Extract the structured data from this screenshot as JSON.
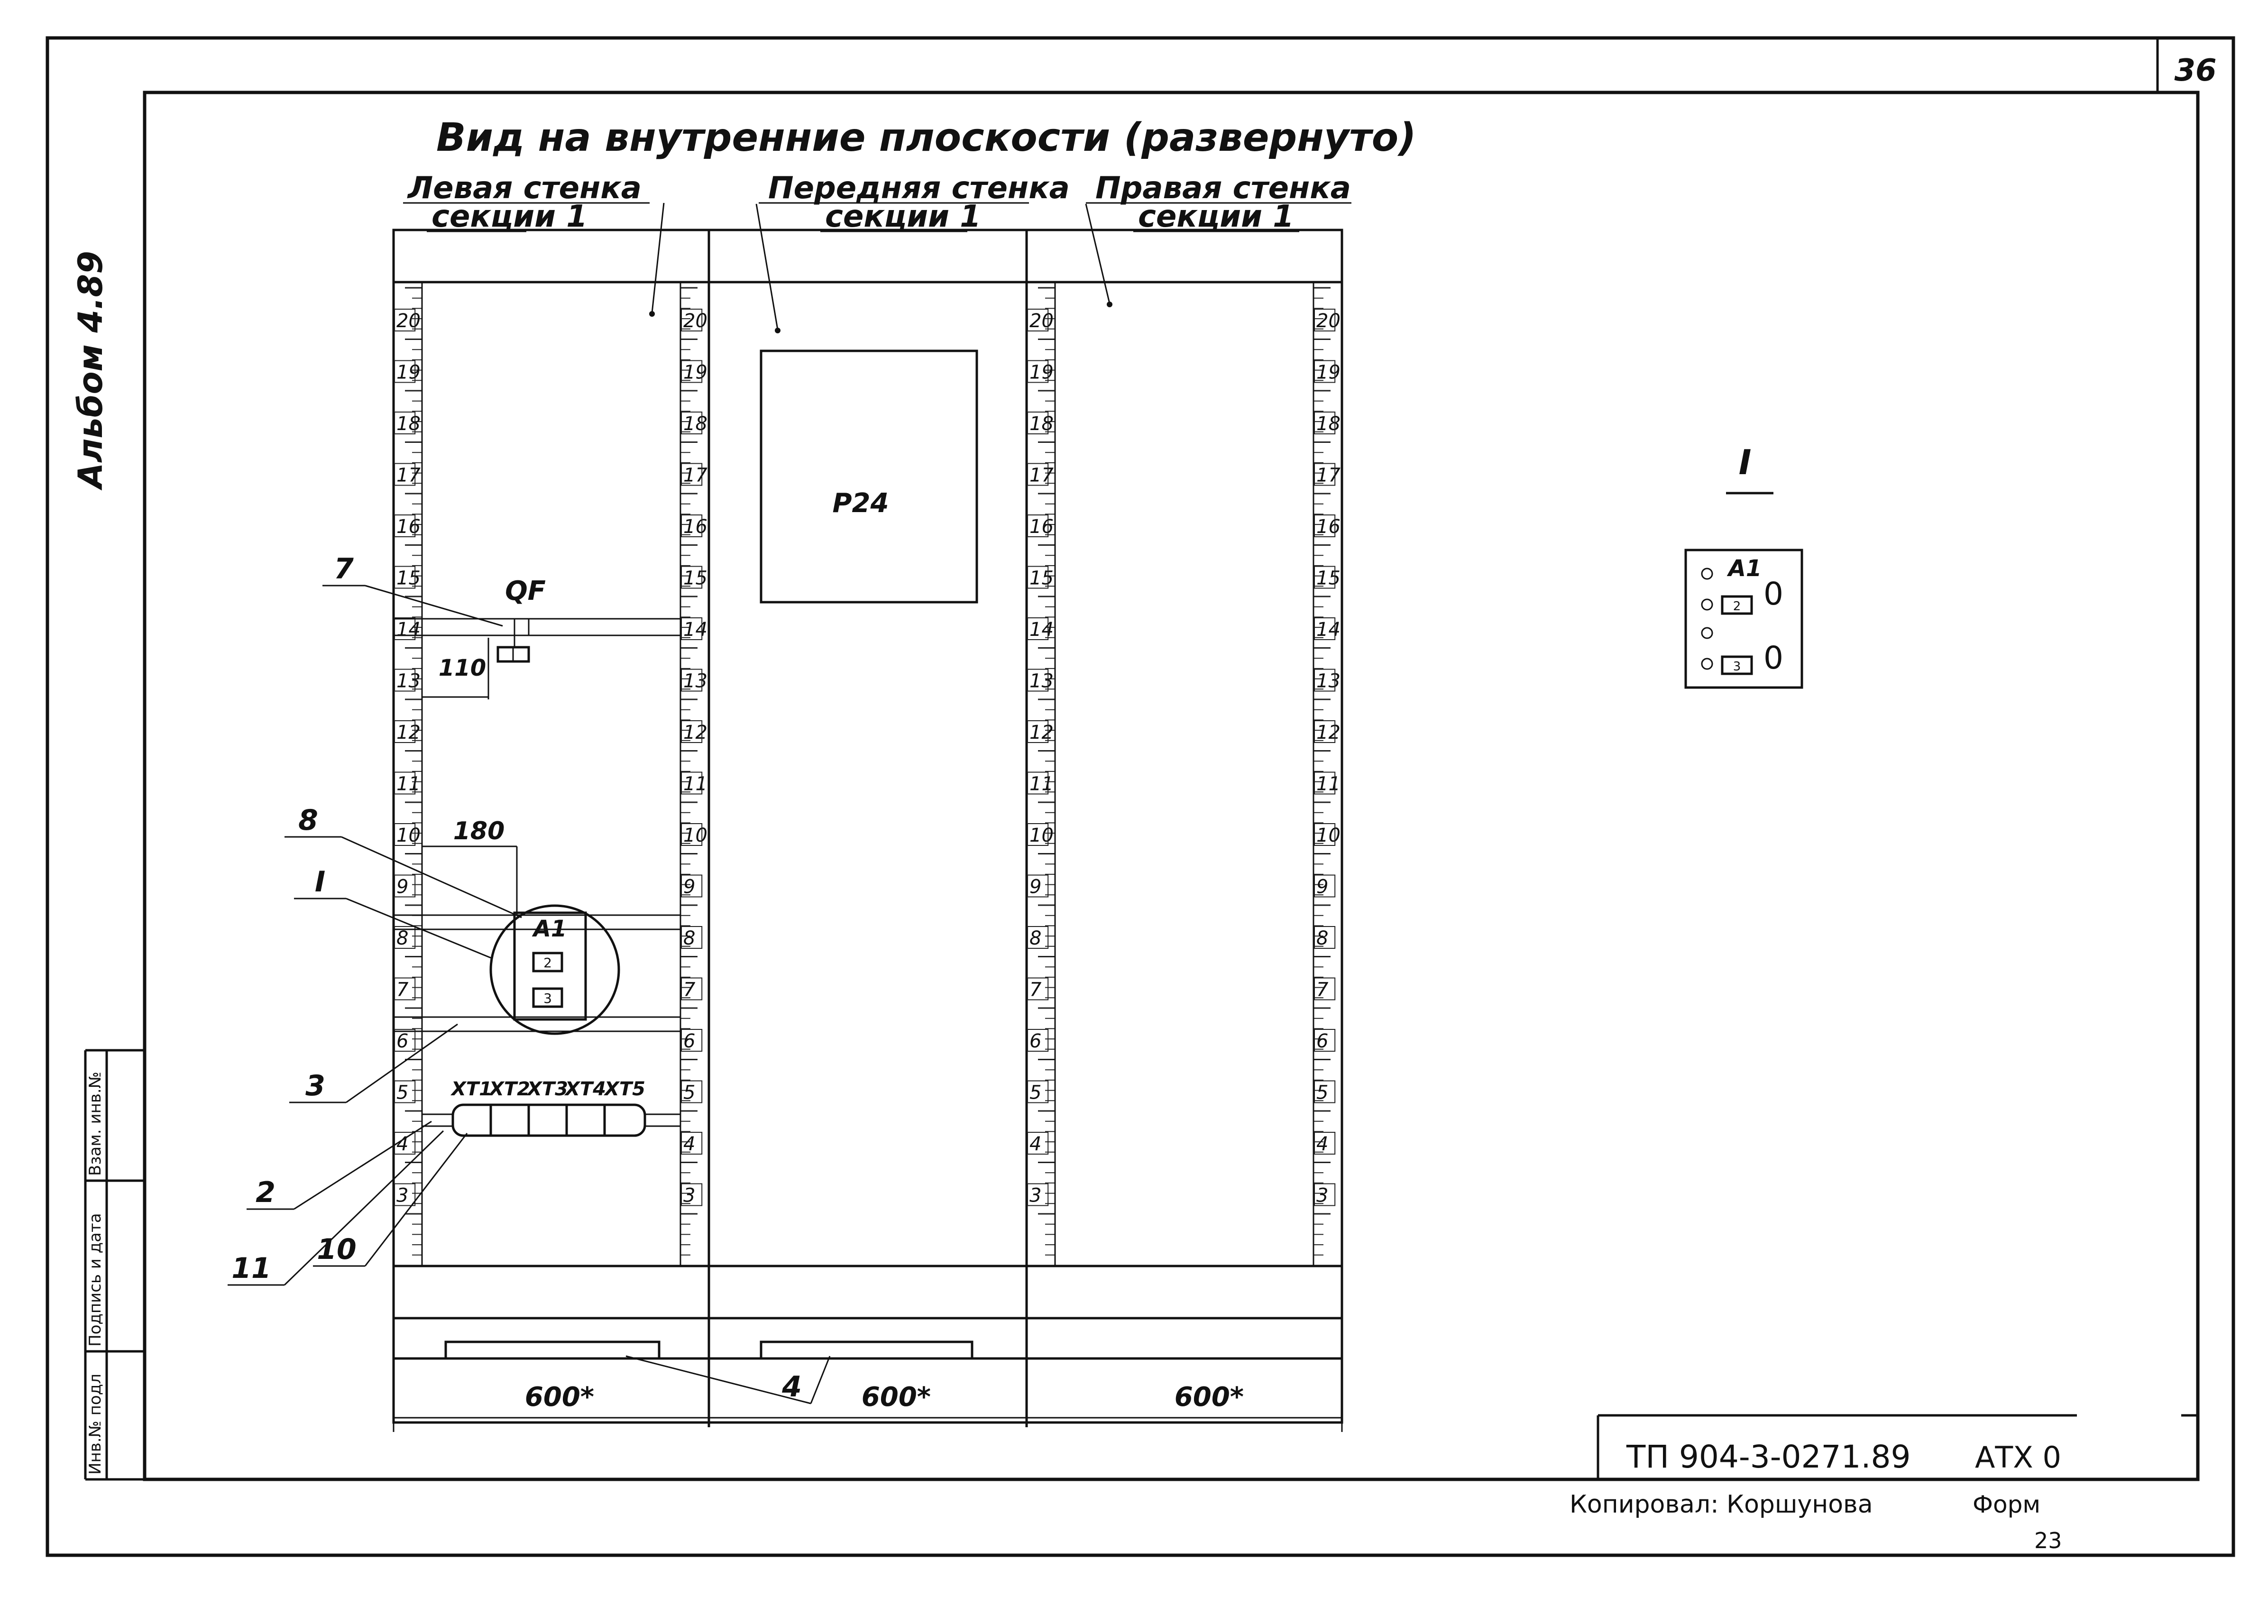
{
  "sheet": {
    "number": "36"
  },
  "side": {
    "album": "Альбом 4.89",
    "stamp_cells": [
      "Инв.№ подл",
      "Подпись и дата",
      "Взам. инв.№"
    ]
  },
  "title": "Вид на внутренние плоскости (развернуто)",
  "walls": {
    "left": {
      "line1": "Левая стенка",
      "line2": "секции 1"
    },
    "front": {
      "line1": "Передняя стенка",
      "line2": "секции 1"
    },
    "right": {
      "line1": "Правая стенка",
      "line2": "секции 1"
    }
  },
  "scale": {
    "left_numbers": [
      "20",
      "19",
      "18",
      "17",
      "16",
      "15",
      "14",
      "13",
      "12",
      "11",
      "10",
      "9",
      "8",
      "7",
      "6",
      "5",
      "4",
      "3"
    ],
    "right_numbers": [
      "20",
      "19",
      "18",
      "17",
      "16",
      "15",
      "14",
      "13",
      "12",
      "11",
      "10",
      "9",
      "8",
      "7",
      "6",
      "5",
      "4",
      "3"
    ]
  },
  "labels": {
    "device_p24": "P24",
    "qf": "QF",
    "dim_110": "110",
    "dim_180": "180",
    "a1": "A1",
    "a1_slot2": "2",
    "a1_slot3": "3",
    "terminals": [
      "XT1",
      "XT2",
      "XT3",
      "XT4",
      "XT5"
    ],
    "widths": [
      "600*",
      "600*",
      "600*"
    ]
  },
  "callouts": {
    "c7": "7",
    "c8": "8",
    "cI": "I",
    "c3": "3",
    "c2": "2",
    "c11": "11",
    "c10": "10",
    "c4": "4"
  },
  "detail": {
    "title": "I",
    "a1": "A1",
    "slot2": "2",
    "slot3": "3",
    "zero1": "0",
    "zero2": "0"
  },
  "titleblock": {
    "code": "ТП 904-3-0271.89",
    "sheet_code": "АТХ 0",
    "copied": "Копировал: Коршунова",
    "format": "Форм",
    "format_value": "23"
  }
}
